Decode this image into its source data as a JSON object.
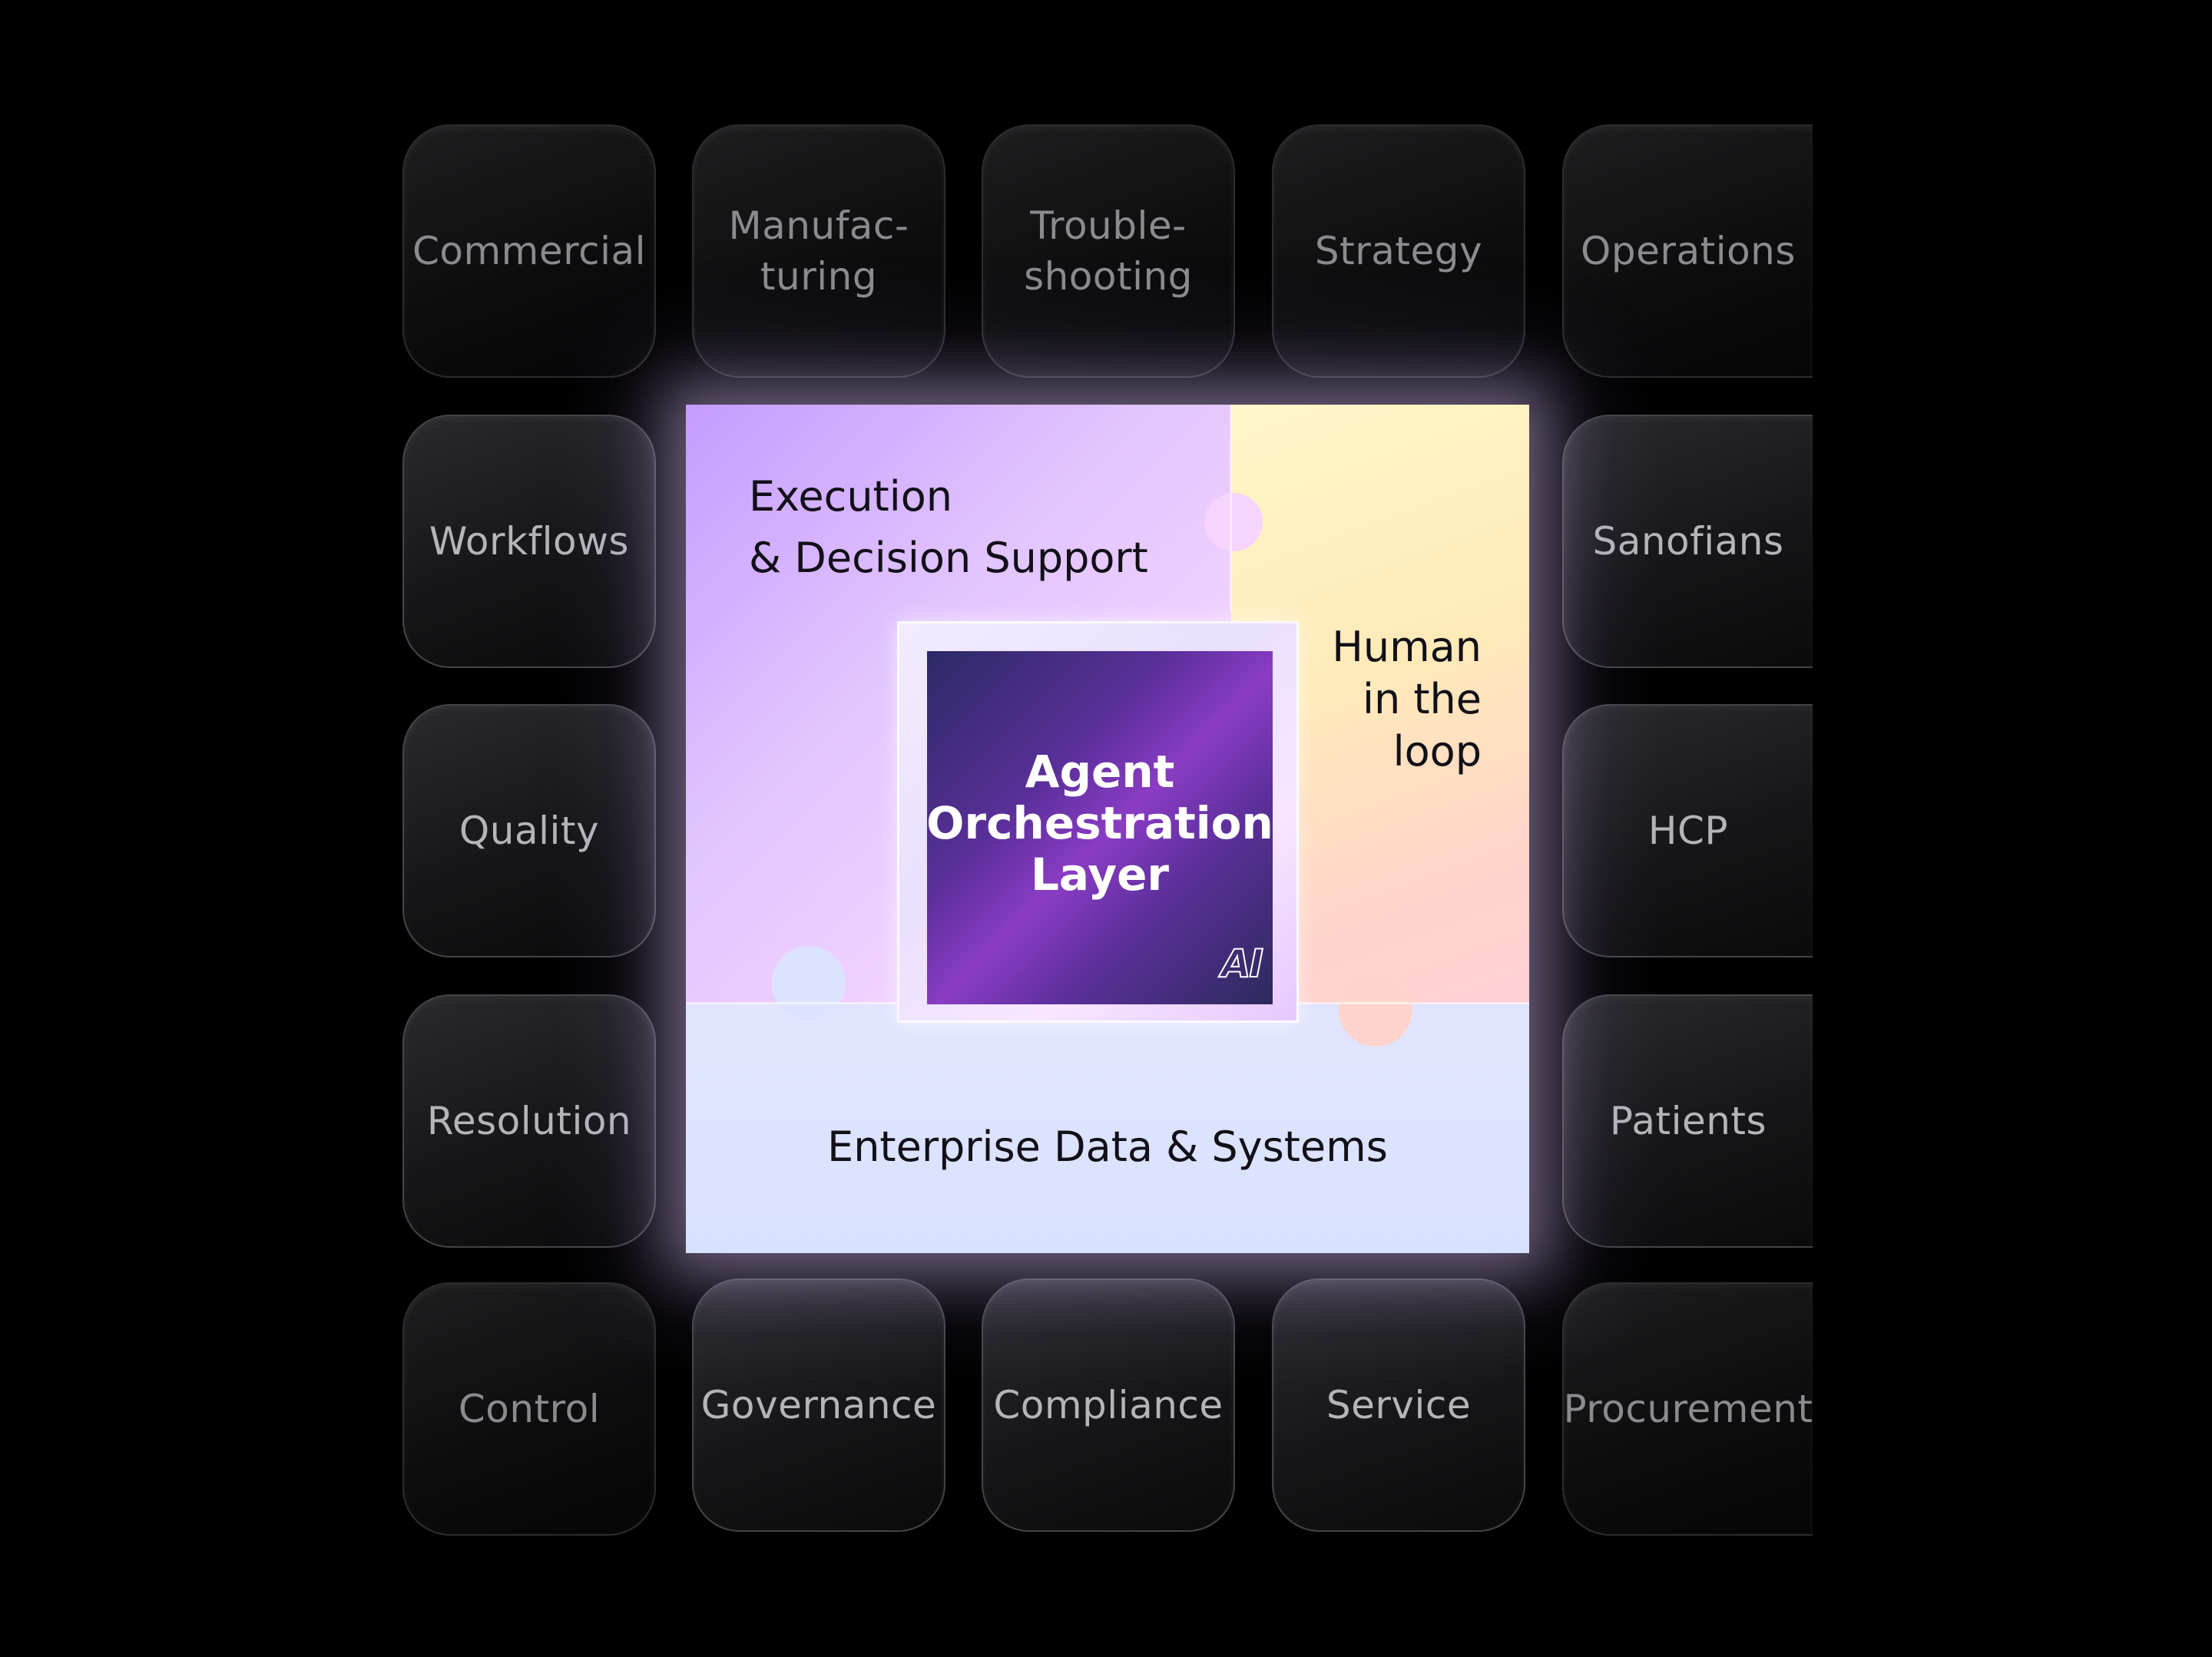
{
  "tiles": {
    "top": [
      "Commercial",
      "Manufac-\nturing",
      "Trouble-\nshooting",
      "Strategy",
      "Operations"
    ],
    "left": [
      "Workflows",
      "Quality",
      "Resolution"
    ],
    "right": [
      "Sanofians",
      "HCP",
      "Patients"
    ],
    "bottom": [
      "Control",
      "Governance",
      "Compliance",
      "Service",
      "Procurement"
    ]
  },
  "center": {
    "execution": "Execution\n& Decision Support",
    "human": "Human\nin the\nloop",
    "data": "Enterprise Data & Systems",
    "core_title": "Agent\nOrchestration\nLayer",
    "ai_badge": "AI"
  },
  "colors": {
    "background": "#000000",
    "tile_text": "#8a8a8f",
    "core_purple": "#5a2f99",
    "execution_piece": "#e2c4ff",
    "human_piece": "#ffeab8",
    "data_piece": "#dde3ff"
  }
}
